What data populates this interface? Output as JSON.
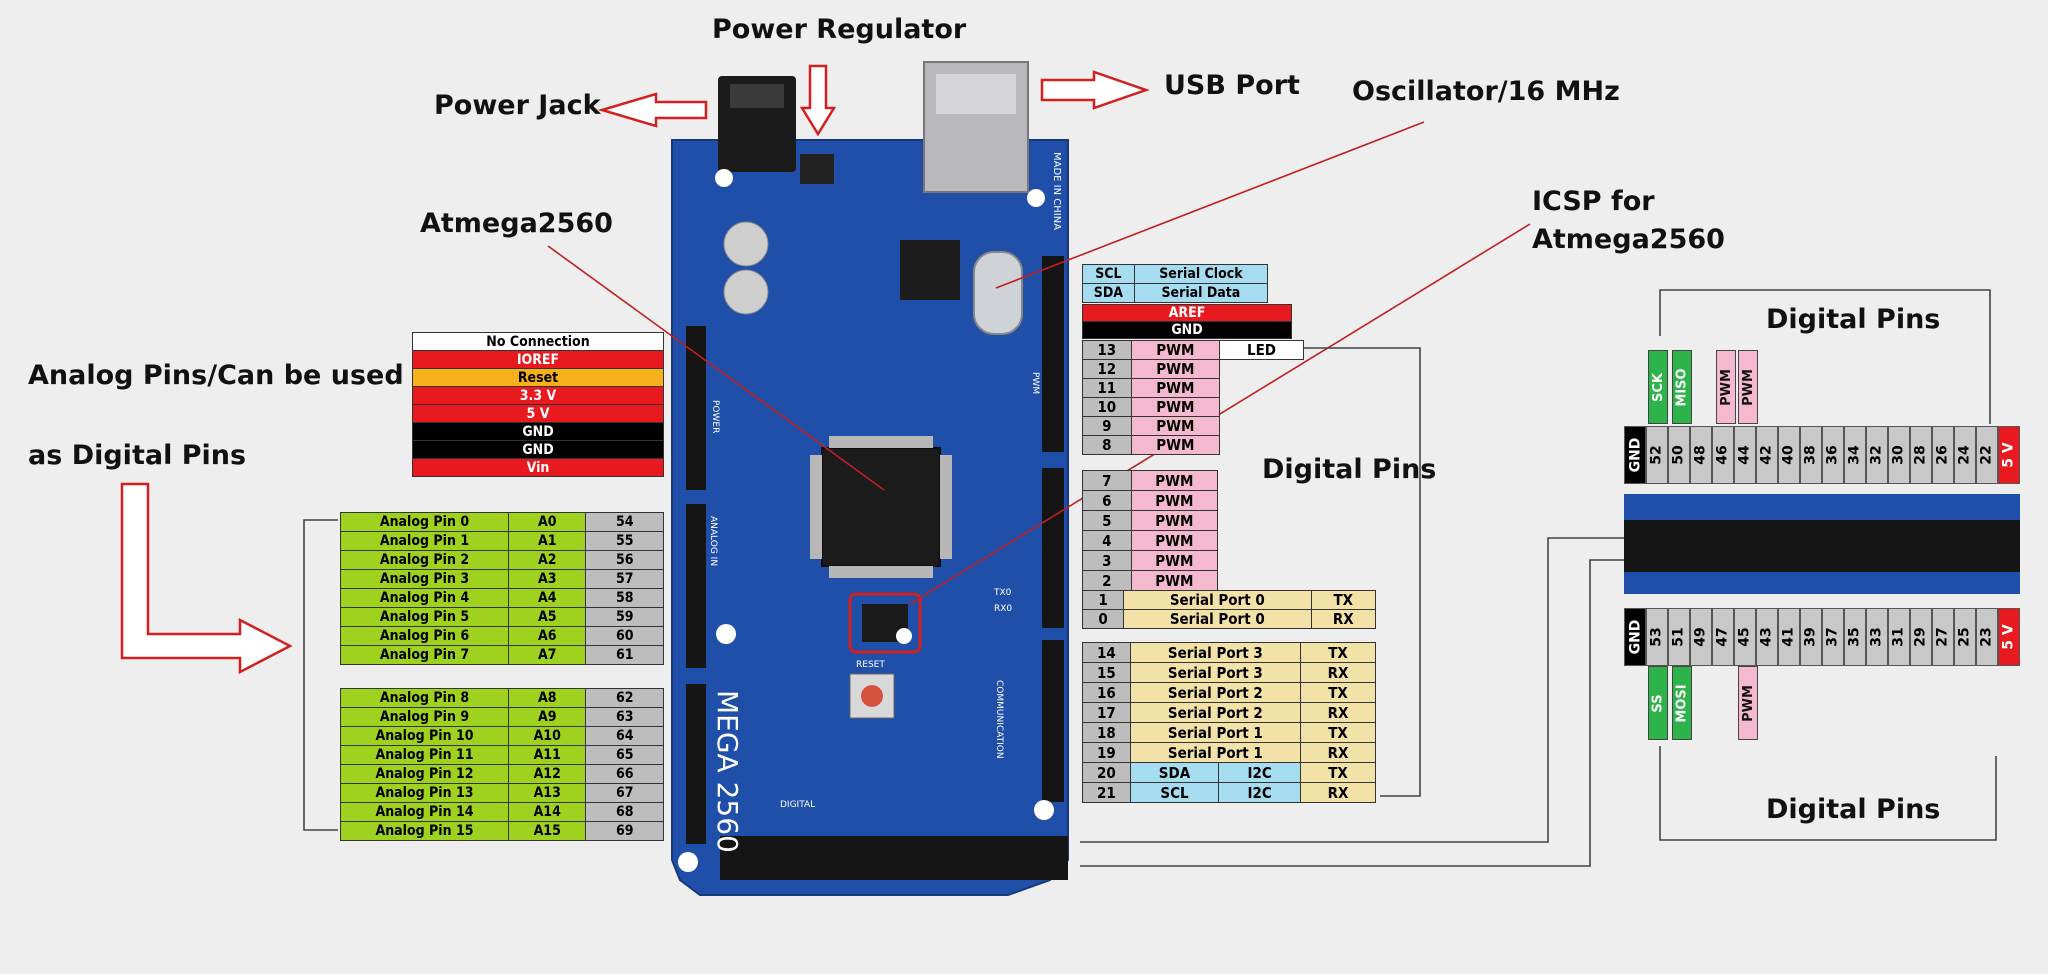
{
  "callouts": {
    "power_regulator": "Power Regulator",
    "power_jack": "Power Jack",
    "usb_port": "USB Port",
    "oscillator": "Oscillator/16 MHz",
    "atmega": "Atmega2560",
    "icsp_line1": "ICSP for",
    "icsp_line2": "Atmega2560",
    "analog_line1": "Analog Pins/Can be used",
    "analog_line2": "as Digital Pins",
    "digital_pins_mid": "Digital Pins",
    "digital_pins_top": "Digital Pins",
    "digital_pins_bottom": "Digital Pins"
  },
  "board": {
    "model": "MEGA 2560",
    "made_in": "MADE IN CHINA",
    "reset": "RESET",
    "digital": "DIGITAL",
    "analog_in": "ANALOG IN",
    "power": "POWER",
    "pwm": "PWM",
    "communication": "COMMUNICATION",
    "tx0": "TX0",
    "rx0": "RX0"
  },
  "power_header": [
    {
      "label": "No Connection",
      "color": "#ffffff",
      "text": "#000000"
    },
    {
      "label": "IOREF",
      "color": "#e8191f",
      "text": "#ffffff"
    },
    {
      "label": "Reset",
      "color": "#f5b01c",
      "text": "#000000"
    },
    {
      "label": "3.3 V",
      "color": "#e8191f",
      "text": "#ffffff"
    },
    {
      "label": "5 V",
      "color": "#e8191f",
      "text": "#ffffff"
    },
    {
      "label": "GND",
      "color": "#000000",
      "text": "#ffffff"
    },
    {
      "label": "GND",
      "color": "#000000",
      "text": "#ffffff"
    },
    {
      "label": "Vin",
      "color": "#e8191f",
      "text": "#ffffff"
    }
  ],
  "analog_group1": [
    {
      "name": "Analog Pin 0",
      "pin": "A0",
      "num": "54"
    },
    {
      "name": "Analog Pin 1",
      "pin": "A1",
      "num": "55"
    },
    {
      "name": "Analog Pin 2",
      "pin": "A2",
      "num": "56"
    },
    {
      "name": "Analog Pin 3",
      "pin": "A3",
      "num": "57"
    },
    {
      "name": "Analog Pin 4",
      "pin": "A4",
      "num": "58"
    },
    {
      "name": "Analog Pin 5",
      "pin": "A5",
      "num": "59"
    },
    {
      "name": "Analog Pin 6",
      "pin": "A6",
      "num": "60"
    },
    {
      "name": "Analog Pin 7",
      "pin": "A7",
      "num": "61"
    }
  ],
  "analog_group2": [
    {
      "name": "Analog Pin 8",
      "pin": "A8",
      "num": "62"
    },
    {
      "name": "Analog Pin 9",
      "pin": "A9",
      "num": "63"
    },
    {
      "name": "Analog Pin 10",
      "pin": "A10",
      "num": "64"
    },
    {
      "name": "Analog Pin 11",
      "pin": "A11",
      "num": "65"
    },
    {
      "name": "Analog Pin 12",
      "pin": "A12",
      "num": "66"
    },
    {
      "name": "Analog Pin 13",
      "pin": "A13",
      "num": "67"
    },
    {
      "name": "Analog Pin 14",
      "pin": "A14",
      "num": "68"
    },
    {
      "name": "Analog Pin 15",
      "pin": "A15",
      "num": "69"
    }
  ],
  "top_right_header": [
    {
      "label": "SCL",
      "desc": "Serial Clock",
      "color": "#a6dcef"
    },
    {
      "label": "SDA",
      "desc": "Serial Data",
      "color": "#a6dcef"
    }
  ],
  "aref_gnd": [
    {
      "label": "AREF",
      "color": "#e8191f",
      "text": "#ffffff"
    },
    {
      "label": "GND",
      "color": "#000000",
      "text": "#ffffff"
    }
  ],
  "pwm_group1": [
    {
      "num": "13",
      "func": "PWM",
      "extra": "LED"
    },
    {
      "num": "12",
      "func": "PWM",
      "extra": ""
    },
    {
      "num": "11",
      "func": "PWM",
      "extra": ""
    },
    {
      "num": "10",
      "func": "PWM",
      "extra": ""
    },
    {
      "num": "9",
      "func": "PWM",
      "extra": ""
    },
    {
      "num": "8",
      "func": "PWM",
      "extra": ""
    }
  ],
  "pwm_group2": [
    {
      "num": "7",
      "func": "PWM"
    },
    {
      "num": "6",
      "func": "PWM"
    },
    {
      "num": "5",
      "func": "PWM"
    },
    {
      "num": "4",
      "func": "PWM"
    },
    {
      "num": "3",
      "func": "PWM"
    },
    {
      "num": "2",
      "func": "PWM"
    }
  ],
  "serial0": [
    {
      "num": "1",
      "name": "Serial Port 0",
      "dir": "TX"
    },
    {
      "num": "0",
      "name": "Serial Port 0",
      "dir": "RX"
    }
  ],
  "comm_group": [
    {
      "num": "14",
      "name": "Serial Port 3",
      "mid": "",
      "dir": "TX",
      "color": "#f2e2a8"
    },
    {
      "num": "15",
      "name": "Serial Port 3",
      "mid": "",
      "dir": "RX",
      "color": "#f2e2a8"
    },
    {
      "num": "16",
      "name": "Serial Port 2",
      "mid": "",
      "dir": "TX",
      "color": "#f2e2a8"
    },
    {
      "num": "17",
      "name": "Serial Port 2",
      "mid": "",
      "dir": "RX",
      "color": "#f2e2a8"
    },
    {
      "num": "18",
      "name": "Serial Port 1",
      "mid": "",
      "dir": "TX",
      "color": "#f2e2a8"
    },
    {
      "num": "19",
      "name": "Serial Port 1",
      "mid": "",
      "dir": "RX",
      "color": "#f2e2a8"
    },
    {
      "num": "20",
      "name": "SDA",
      "mid": "I2C",
      "dir": "TX",
      "color": "#a6dcef"
    },
    {
      "num": "21",
      "name": "SCL",
      "mid": "I2C",
      "dir": "RX",
      "color": "#a6dcef"
    }
  ],
  "right_top_special": [
    {
      "label": "SCK",
      "color": "#2db34a"
    },
    {
      "label": "MISO",
      "color": "#2db34a"
    },
    {
      "label": "PWM",
      "color": "#f4b8cf"
    },
    {
      "label": "PWM",
      "color": "#f4b8cf"
    }
  ],
  "right_top_row": [
    "GND",
    "52",
    "50",
    "48",
    "46",
    "44",
    "42",
    "40",
    "38",
    "36",
    "34",
    "32",
    "30",
    "28",
    "26",
    "24",
    "22",
    "5 V"
  ],
  "right_bottom_row": [
    "GND",
    "53",
    "51",
    "49",
    "47",
    "45",
    "43",
    "41",
    "39",
    "37",
    "35",
    "33",
    "31",
    "29",
    "27",
    "25",
    "23",
    "5 V"
  ],
  "right_bottom_special": [
    {
      "label": "SS",
      "color": "#2db34a"
    },
    {
      "label": "MOSI",
      "color": "#2db34a"
    },
    {
      "label": "PWM",
      "color": "#f4b8cf"
    }
  ],
  "colors": {
    "board": "#1f4fa8",
    "analog": "#9ed21f",
    "num_gray": "#bdbdbd",
    "pwm": "#f4b8cf",
    "serial": "#f2e2a8",
    "i2c": "#a6dcef",
    "arrow": "#d22020"
  }
}
